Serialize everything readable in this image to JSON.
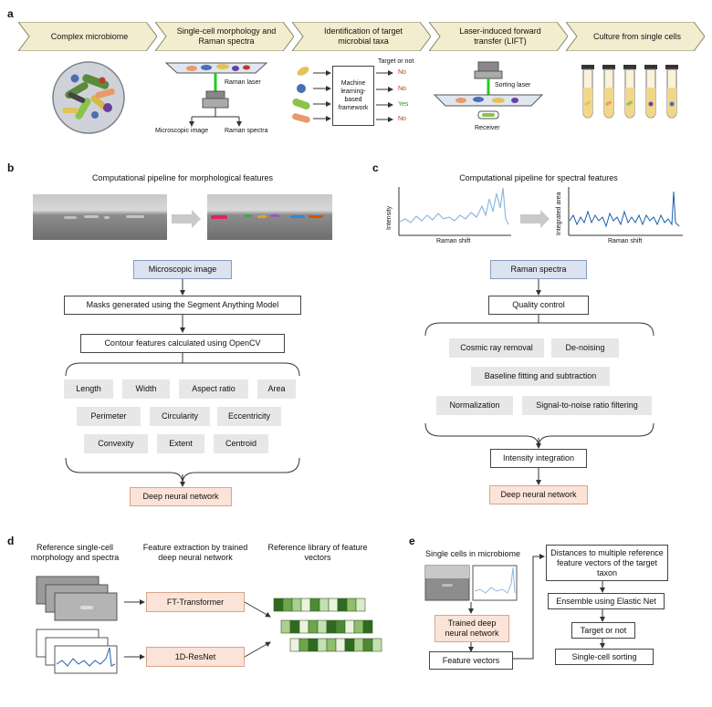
{
  "panels": {
    "a": "a",
    "b": "b",
    "c": "c",
    "d": "d",
    "e": "e"
  },
  "panel_a": {
    "steps": [
      "Complex microbiome",
      "Single-cell morphology and Raman spectra",
      "Identification of target microbial taxa",
      "Laser-induced forward transfer (LIFT)",
      "Culture from single cells"
    ],
    "raman_laser": "Raman laser",
    "microscopic_image": "Microscopic image",
    "raman_spectra": "Raman spectra",
    "ml_framework": "Machine learning-based framework",
    "target_or_not": "Target or not",
    "results": [
      "No",
      "No",
      "Yes",
      "No"
    ],
    "sorting_laser": "Sorting laser",
    "receiver": "Receiver",
    "colors": {
      "chevron_fill": "#f3edcf",
      "chevron_stroke": "#8a8668",
      "yes": "#3a8a2a",
      "no": "#c0392b",
      "laser": "#22cc22"
    }
  },
  "panel_b": {
    "title": "Computational pipeline for morphological features",
    "microscopic_image": "Microscopic image",
    "masks": "Masks generated using the Segment Anything Model",
    "contours": "Contour features calculated using OpenCV",
    "features": [
      "Length",
      "Width",
      "Aspect ratio",
      "Area",
      "Perimeter",
      "Circularity",
      "Eccentricity",
      "Convexity",
      "Extent",
      "Centroid"
    ],
    "dnn": "Deep neural network"
  },
  "panel_c": {
    "title": "Computational pipeline for spectral features",
    "y_label_left": "Intensity",
    "x_label_left": "Raman shift",
    "y_label_right": "Integrated area",
    "x_label_right": "Raman shift",
    "raman_spectra": "Raman spectra",
    "quality_control": "Quality control",
    "steps": [
      "Cosmic ray removal",
      "De-noising",
      "Baseline fitting and subtraction",
      "Normalization",
      "Signal-to-noise ratio filtering"
    ],
    "intensity_integration": "Intensity integration",
    "dnn": "Deep neural network"
  },
  "panel_d": {
    "col1": "Reference single-cell morphology and spectra",
    "col2": "Feature extraction by trained deep neural network",
    "col3": "Reference library of feature vectors",
    "ft_transformer": "FT-Transformer",
    "resnet": "1D-ResNet"
  },
  "panel_e": {
    "single_cells": "Single cells in microbiome",
    "trained_dnn": "Trained deep neural network",
    "feature_vectors": "Feature vectors",
    "distances": "Distances to multiple reference feature vectors of the target taxon",
    "ensemble": "Ensemble using Elastic Net",
    "target_or_not": "Target or not",
    "sorting": "Single-cell sorting"
  }
}
